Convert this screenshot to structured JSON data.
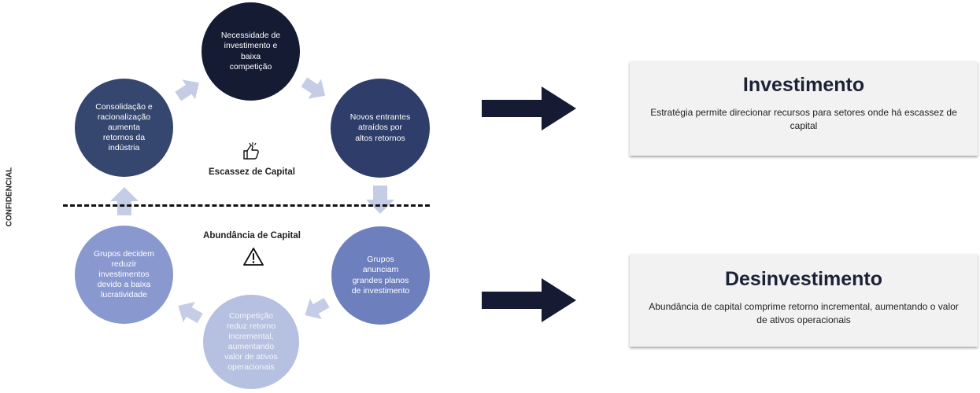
{
  "side_label": "CONFIDENCIAL",
  "cycle": {
    "nodes": [
      {
        "id": "n1",
        "text": "Necessidade de\ninvestimento e\nbaixa\ncompetição"
      },
      {
        "id": "n2",
        "text": "Novos entrantes\natraídos por\naltos retornos"
      },
      {
        "id": "n3",
        "text": "Consolidação e\nracionalização\naumenta\nretornos da\nindústria"
      },
      {
        "id": "n4",
        "text": "Grupos\nanunciam\ngrandes planos\nde investimento"
      },
      {
        "id": "n5",
        "text": "Grupos decidem\nreduzir\ninvestimentos\ndevido a baixa\nlucratividade"
      },
      {
        "id": "n6",
        "text": "Competição\nreduz retorno\nincremental,\naumentando\nvalor de ativos\noperacionais"
      }
    ],
    "scarcity_label": "Escassez de Capital",
    "abundance_label": "Abundância de Capital",
    "scarcity_icon": "thumbs-up-icon",
    "abundance_icon": "warning-icon"
  },
  "cards": {
    "investment": {
      "title": "Investimento",
      "description": "Estratégia permite direcionar recursos para setores onde há escassez de capital"
    },
    "divestment": {
      "title": "Desinvestimento",
      "description": "Abundância de capital comprime retorno incremental, aumentando o valor de ativos operacionais"
    }
  },
  "colors": {
    "dark_navy": "#141b33",
    "navy": "#2e3d69",
    "periwinkle": "#6d7fbd",
    "light_periwinkle": "#b6c0e0",
    "arrow": "#c5cde6",
    "big_arrow": "#141b33"
  }
}
